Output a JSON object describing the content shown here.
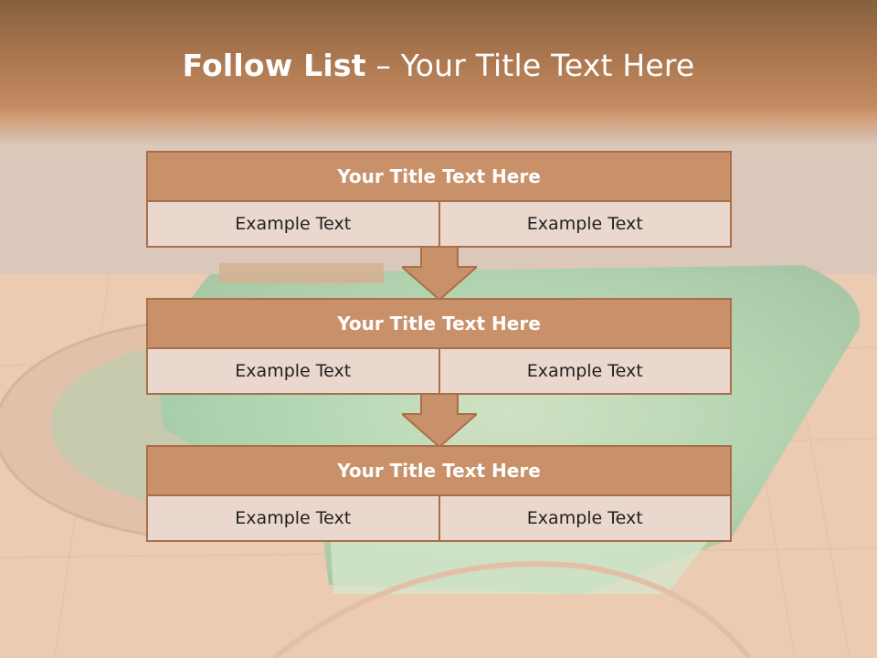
{
  "slide": {
    "title_bold": "Follow List",
    "title_rest": " – Your Title Text Here"
  },
  "steps": [
    {
      "title": "Your Title Text Here",
      "left": "Example Text",
      "right": "Example Text"
    },
    {
      "title": "Your Title Text Here",
      "left": "Example Text",
      "right": "Example Text"
    },
    {
      "title": "Your Title Text Here",
      "left": "Example Text",
      "right": "Example Text"
    }
  ],
  "colors": {
    "title_fill": "#c9916a",
    "cell_fill": "#ead7cd",
    "border": "#a96f48",
    "pool_glow": "#8fe0b4"
  }
}
